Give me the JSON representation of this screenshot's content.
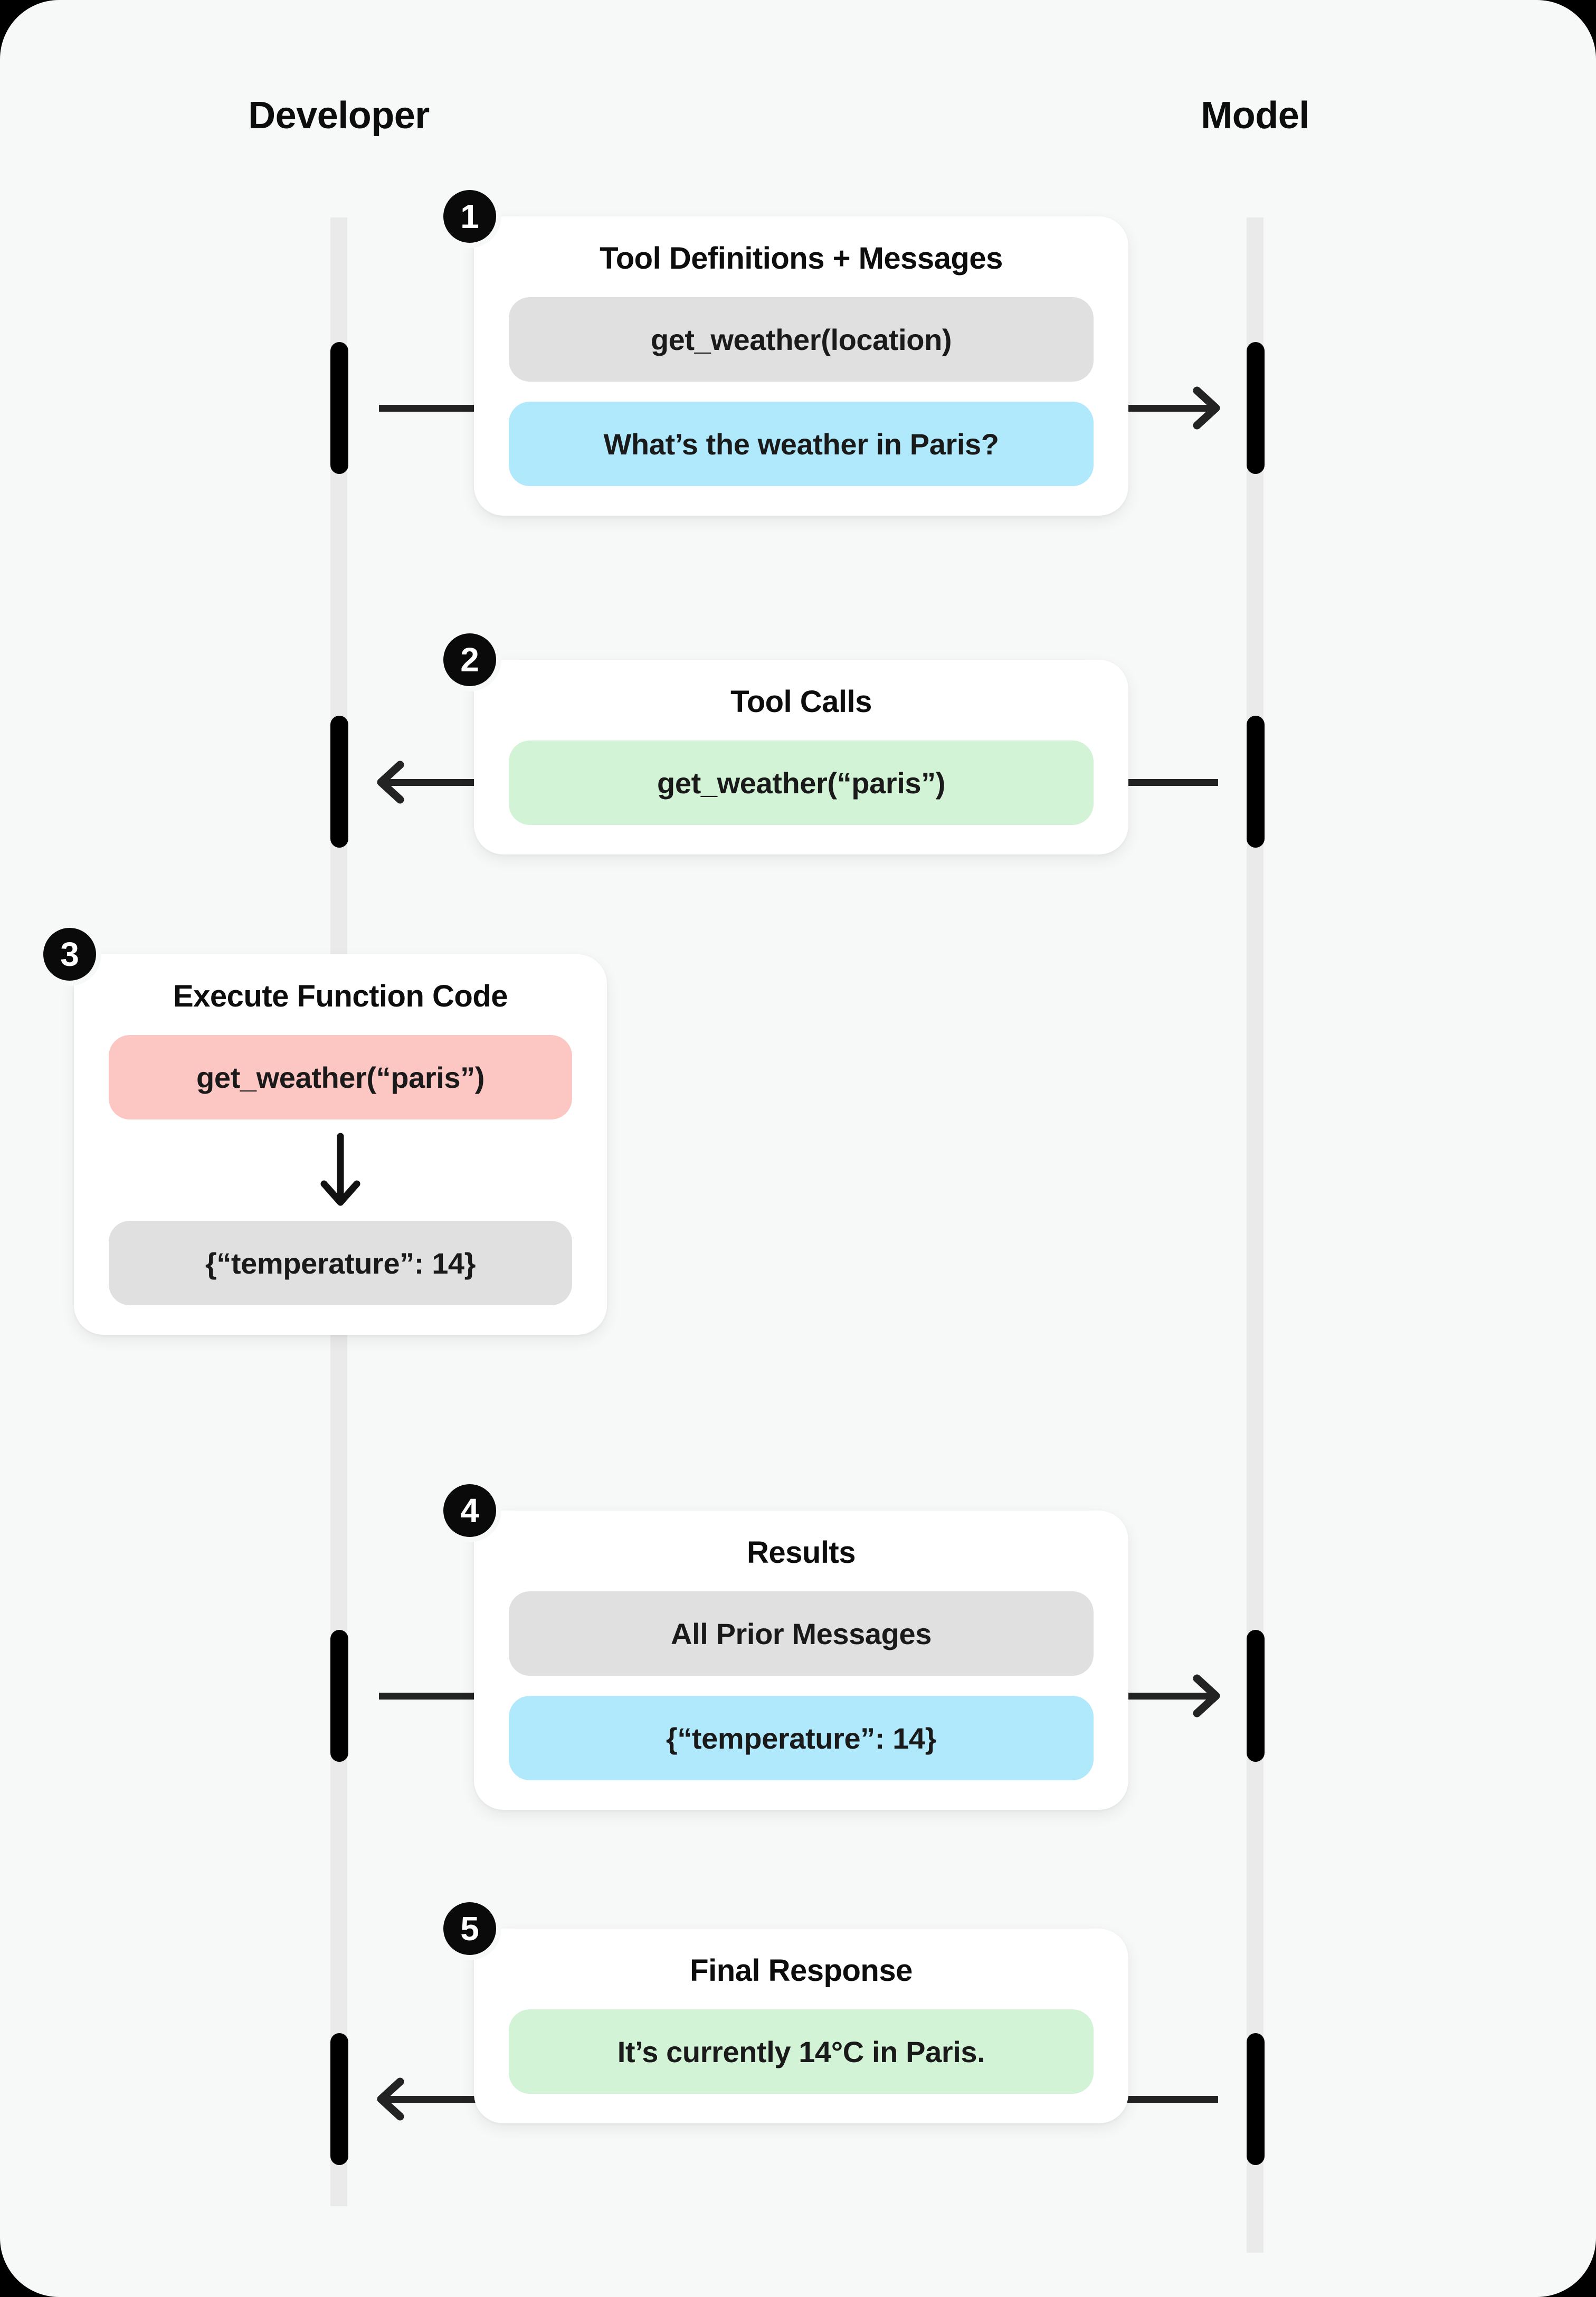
{
  "diagram": {
    "title": "Function calling sequence: Developer and Model",
    "columns": {
      "left": "Developer",
      "right": "Model"
    },
    "colors": {
      "background": "#F7F8F8",
      "outer": "#000000",
      "lifeline": "#EAEAEA",
      "activation": "#000000",
      "connector": "#232323",
      "card": "#FFFFFF",
      "chip_gray": "#E0E0E0",
      "chip_blue": "#B0E9FB",
      "chip_green": "#D2F3D6",
      "chip_pink": "#FCC6C2",
      "badge": "#0A0A0A",
      "text": "#0D0D0D"
    },
    "steps": [
      {
        "number": "1",
        "title": "Tool Definitions + Messages",
        "direction": "developer-to-model",
        "chips": [
          {
            "label": "get_weather(location)",
            "color": "gray"
          },
          {
            "label": "What’s the weather in Paris?",
            "color": "blue"
          }
        ]
      },
      {
        "number": "2",
        "title": "Tool Calls",
        "direction": "model-to-developer",
        "chips": [
          {
            "label": "get_weather(“paris”)",
            "color": "green"
          }
        ]
      },
      {
        "number": "3",
        "title": "Execute Function Code",
        "direction": "local",
        "chips": [
          {
            "label": "get_weather(“paris”)",
            "color": "pink"
          },
          {
            "label": "{“temperature”: 14}",
            "color": "gray"
          }
        ],
        "inner_arrow": "down-arrow-icon"
      },
      {
        "number": "4",
        "title": "Results",
        "direction": "developer-to-model",
        "chips": [
          {
            "label": "All Prior Messages",
            "color": "gray"
          },
          {
            "label": "{“temperature”: 14}",
            "color": "blue"
          }
        ]
      },
      {
        "number": "5",
        "title": "Final Response",
        "direction": "model-to-developer",
        "chips": [
          {
            "label": "It’s currently 14°C in Paris.",
            "color": "green"
          }
        ]
      }
    ]
  }
}
